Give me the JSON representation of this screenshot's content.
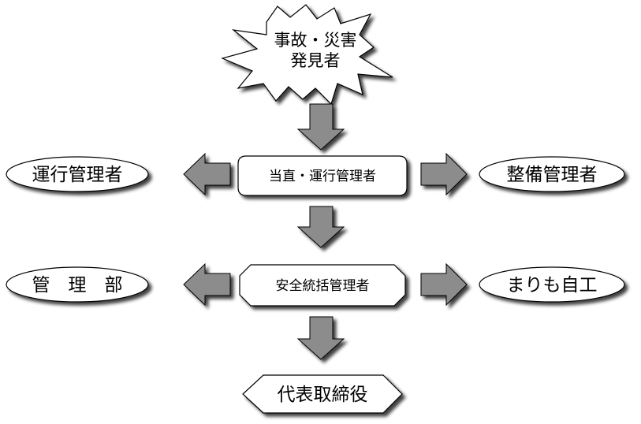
{
  "diagram": {
    "start_node": {
      "line1": "事故・災害",
      "line2": "発見者"
    },
    "level1": {
      "center": "当直・運行管理者",
      "left": "運行管理者",
      "right": "整備管理者"
    },
    "level2": {
      "center": "安全統括管理者",
      "left": "管　理　部",
      "right": "まりも自工"
    },
    "final_node": "代表取締役",
    "colors": {
      "arrow_fill": "#8c8c8c",
      "shadow": "#2a2a2a",
      "node_fill": "#ffffff",
      "stroke": "#000000"
    }
  }
}
